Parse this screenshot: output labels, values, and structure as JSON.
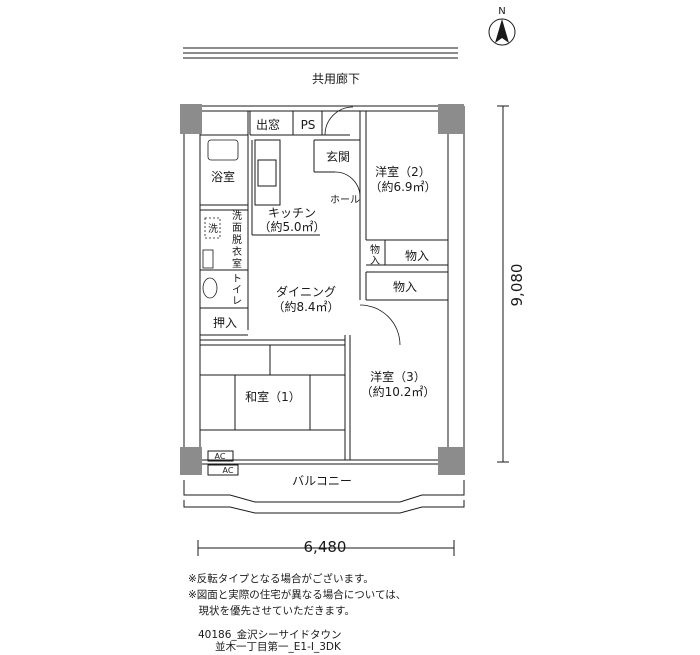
{
  "north": {
    "label": "N"
  },
  "corridor": {
    "label": "共用廊下"
  },
  "rooms": {
    "demado": "出窓",
    "ps": "PS",
    "genkan": "玄関",
    "hall": "ホール",
    "yoshitsu2": {
      "name": "洋室（2）",
      "area": "（約6.9㎡）"
    },
    "yokushitsu": "浴室",
    "sen": "洗",
    "senmen": [
      "洗",
      "面",
      "脱",
      "衣",
      "室"
    ],
    "toilet": [
      "ト",
      "イ",
      "レ"
    ],
    "kitchen": {
      "name": "キッチン",
      "area": "（約5.0㎡）"
    },
    "monoire_small": [
      "物",
      "入"
    ],
    "monoire1": "物入",
    "monoire2": "物入",
    "dining": {
      "name": "ダイニング",
      "area": "（約8.4㎡）"
    },
    "oshiire": "押入",
    "washitsu": "和室（1）",
    "yoshitsu3": {
      "name": "洋室（3）",
      "area": "（約10.2㎡）"
    },
    "ac1": "AC",
    "ac2": "AC",
    "balcony": "バルコニー"
  },
  "dimensions": {
    "depth": "9,080",
    "width": "6,480"
  },
  "notes": [
    "※反転タイプとなる場合がございます。",
    "※図面と実際の住宅が異なる場合については、",
    "　現状を優先させていただきます。"
  ],
  "caption": [
    "40186_金沢シーサイドタウン",
    "並木一丁目第一_E1-I_3DK"
  ],
  "colors": {
    "pillar": "#8c8c8c",
    "line": "#1a1a1a"
  }
}
